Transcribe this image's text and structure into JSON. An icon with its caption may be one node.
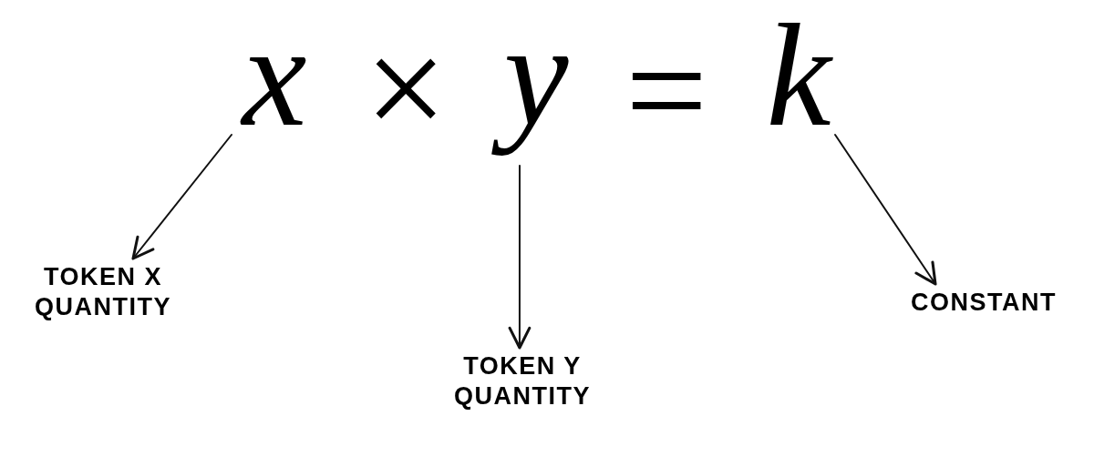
{
  "diagram": {
    "nodes": [
      {
        "text": [
          "x"
        ]
      },
      {
        "text": [
          "y"
        ]
      },
      {
        "text": [
          "k"
        ]
      },
      {
        "text": [
          "TOKEN X QUANTITY"
        ]
      },
      {
        "text": [
          "TOKEN Y QUANTITY"
        ]
      },
      {
        "text": [
          "CONSTANT"
        ]
      }
    ],
    "edges": [
      {
        "from": 0,
        "to": 3,
        "arrow": "to"
      },
      {
        "from": 1,
        "to": 4,
        "arrow": "to"
      },
      {
        "from": 2,
        "to": 5,
        "arrow": "to"
      }
    ],
    "labels": [
      "×",
      "="
    ]
  }
}
